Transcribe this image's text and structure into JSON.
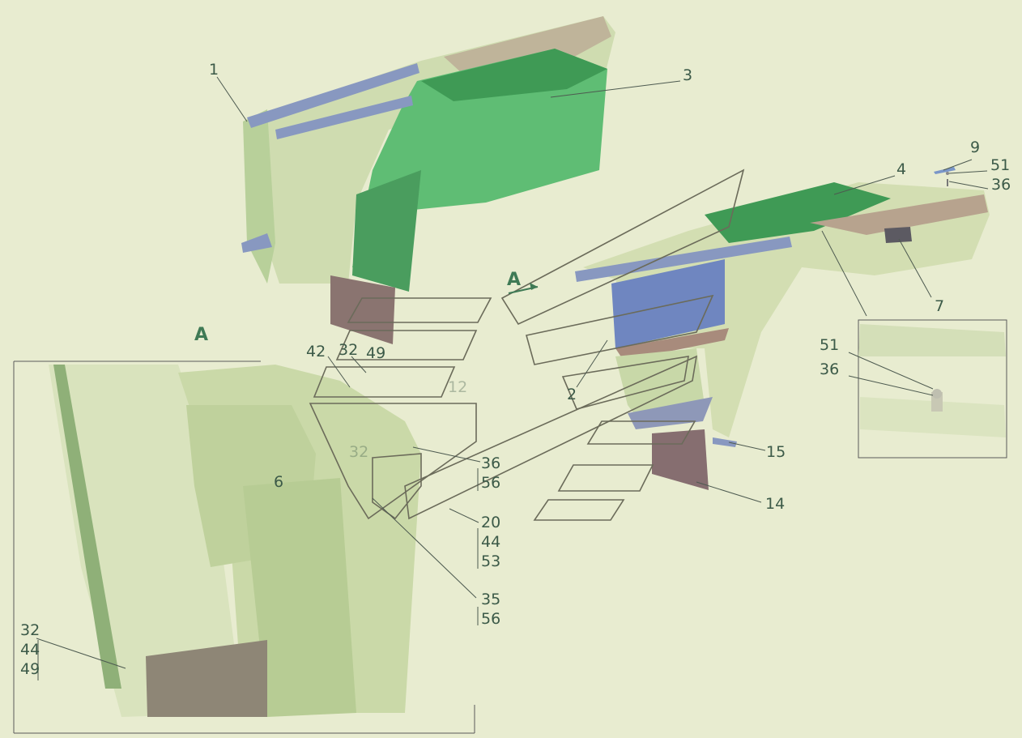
{
  "callouts": [
    {
      "id": "c1",
      "text": "1"
    },
    {
      "id": "c3",
      "text": "3"
    },
    {
      "id": "c4",
      "text": "4"
    },
    {
      "id": "c9",
      "text": "9"
    },
    {
      "id": "c51a",
      "text": "51"
    },
    {
      "id": "c36a",
      "text": "36"
    },
    {
      "id": "c7",
      "text": "7"
    },
    {
      "id": "c51b",
      "text": "51"
    },
    {
      "id": "c36b",
      "text": "36"
    },
    {
      "id": "c15",
      "text": "15"
    },
    {
      "id": "c14",
      "text": "14"
    },
    {
      "id": "c2",
      "text": "2"
    },
    {
      "id": "c12",
      "text": "12"
    },
    {
      "id": "c42",
      "text": "42"
    },
    {
      "id": "c32a",
      "text": "32"
    },
    {
      "id": "c49a",
      "text": "49"
    },
    {
      "id": "c6",
      "text": "6"
    },
    {
      "id": "c32b",
      "text": "32"
    },
    {
      "id": "c36c",
      "text": "36"
    },
    {
      "id": "c56a",
      "text": "56"
    },
    {
      "id": "c20",
      "text": "20"
    },
    {
      "id": "c44a",
      "text": "44"
    },
    {
      "id": "c53",
      "text": "53"
    },
    {
      "id": "c35",
      "text": "35"
    },
    {
      "id": "c56b",
      "text": "56"
    },
    {
      "id": "c32c",
      "text": "32"
    },
    {
      "id": "c44b",
      "text": "44"
    },
    {
      "id": "c49b",
      "text": "49"
    }
  ],
  "view_labels": {
    "view_a_detail": "A",
    "view_a_arrow": "A"
  },
  "colors": {
    "background": "#e8ecd0",
    "green_panel": "#5fbd74",
    "blue_bracket": "#8898c0",
    "mudflap": "#8a7470"
  }
}
